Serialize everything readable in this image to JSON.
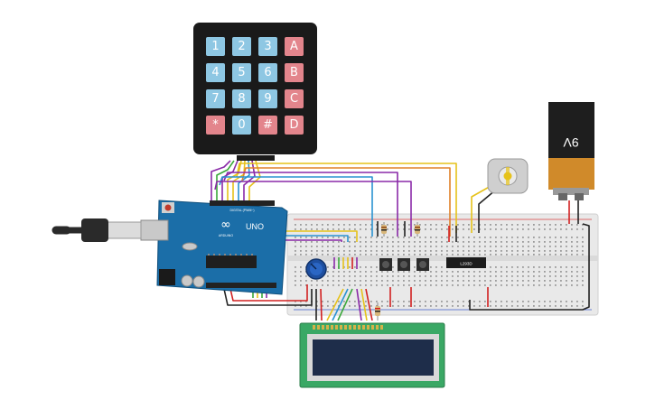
{
  "keypad": {
    "keys": [
      [
        "1",
        "2",
        "3",
        "A"
      ],
      [
        "4",
        "5",
        "6",
        "B"
      ],
      [
        "7",
        "8",
        "9",
        "C"
      ],
      [
        "*",
        "0",
        "#",
        "D"
      ]
    ],
    "colors": {
      "digit": "#8ec7e3",
      "letter": "#e3858c",
      "body": "#1a1a1a"
    }
  },
  "arduino": {
    "logo": "UNO",
    "brand": "ARDUINO",
    "header_label": "DIGITAL (PWM~)",
    "board_color": "#1b6ea8"
  },
  "battery": {
    "label": "9V",
    "top_color": "#1e1e1e",
    "bottom_color": "#d08a2a"
  },
  "chip_label": "L293D",
  "lcd": {
    "pcb_color": "#3aa865",
    "screen_color": "#1e2d4a"
  },
  "wire_colors": {
    "red": "#d22020",
    "black": "#222222",
    "yellow": "#e6c21a",
    "purple": "#8a2aa8",
    "blue": "#2a93d1",
    "green": "#3aa83a",
    "orange": "#e0822a"
  }
}
